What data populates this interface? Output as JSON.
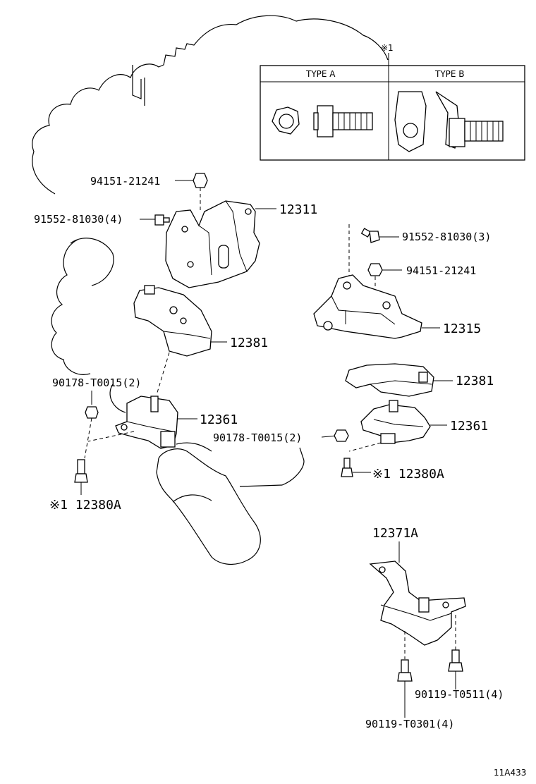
{
  "note_mark": "※1",
  "type_table": {
    "type_a": "TYPE A",
    "type_b": "TYPE B"
  },
  "labels": {
    "p94151_left": "94151-21241",
    "p91552_left": "91552-81030(4)",
    "p12311": "12311",
    "p12381_left": "12381",
    "p90178_left": "90178-T0015(2)",
    "p12361_left": "12361",
    "p12380a_left": "※1 12380A",
    "p91552_right": "91552-81030(3)",
    "p94151_right": "94151-21241",
    "p12315": "12315",
    "p12381_right": "12381",
    "p12361_right": "12361",
    "p90178_right": "90178-T0015(2)",
    "p12380a_right": "※1 12380A",
    "p12371a": "12371A",
    "p90119_t0511": "90119-T0511(4)",
    "p90119_t0301": "90119-T0301(4)",
    "diagram_code": "11A433"
  }
}
